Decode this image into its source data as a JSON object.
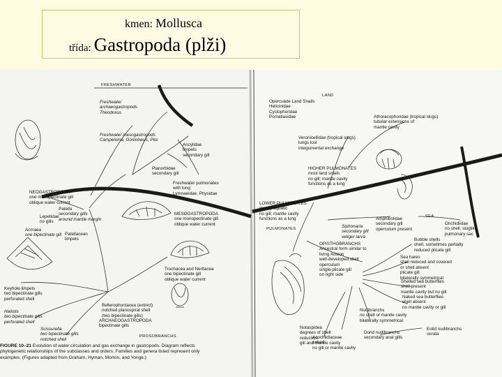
{
  "title": {
    "line1_prefix": "kmen:",
    "line1_name": "Mollusca",
    "line2_prefix": "třída:",
    "line2_name": "Gastropoda (plži)"
  },
  "diagram": {
    "left": {
      "freshwater": "FRESHWATER",
      "fw_archaeo": "Freshwater\narchaeogastropods\nTheodoxus",
      "fw_meso": "Freshwater mesogastropods\nCampeloma, Goniobasis, Pila",
      "ancylidae": "Ancylidae\nlimpets\nsecondary gill",
      "planorbidae": "Planorbidae\nsecondary gill",
      "fw_pulmonates": "Freshwater pulmonates\nwith lung\nLymnaeidae, Physidae",
      "neogastropoda": "NEOGASTROPODA\none monopectinate gill\noblique water current",
      "patella": "Patella\nsecondary gills\naround mantle margin",
      "lepetidae": "Lepetidae\nno gills",
      "acmaea": "Acmaea\none bipectinate gill",
      "patellacean": "Patellacean\nlimpets",
      "mesogastropoda": "MESOGASTROPODA\none monopectinate gill\noblique water current",
      "trochacea": "Trochacea and Neritacea\none bipectinate gill\noblique water current",
      "keyhole": "Keyhole limpets\ntwo bipectinate gills\nperforated shell",
      "haliotis": "Haliotis\ntwo bipectinate gills\nperforated shell",
      "scissurella": "Scissurella\ntwo bipectinate gills\nnotched shell",
      "bellerophontacea": "Bellerophontacea (extinct)\nnotched planospiral shell\n(two bipectinate gills)",
      "archaeogastropoda": "ARCHAEOGASTROPODA\nbipectinate gills",
      "prosobranchs": "PROSOBRANCHS"
    },
    "right": {
      "land": "LAND",
      "land_list": "Operculate Land Snails\nHelicinidae\nCyclophoridae\nPomatiasidae",
      "athoraco": "Athoracophoridae (tropical slugs)\ntubular extensions of\nmantle cavity",
      "veronicellidae": "Veronicellidae (tropical slugs)\nlungs lost\nintegumental exchange",
      "higher_pulmonates": "HIGHER PULMONATES\nmost land snails\nno gill; mantle cavity\nfunctions as a lung",
      "lower_pulmonates": "LOWER PULMONATES\nmostly aquatic\nno gill; mantle cavity\nfunctions as a lung",
      "sea": "SEA",
      "amphibolidae": "Amphibolidae\nsecondary gill\noperculum present",
      "onchidiidae": "Onchidiidae\nno shell, sluglike\npulmonary sac",
      "siphonaria": "Siphonaria\nsecondary gill\nveliger larva",
      "pulmonates": "PULMONATES",
      "opisthobranchs": "OPISTHOBRANCHS\nAncestral form similar to\nliving Acteon\nwell-developed shell\noperculum\nsingle plicate gill\non right side",
      "bubble": "Bubble shells\nshell, sometimes partially\nreduced plicate gill",
      "sea_hares": "Sea hares\nshell reduced and covered\nor shell absent\nplicate gill\nbilaterally symmetrical",
      "shelled_butterflies": "Shelled sea butterflies\nshell present\nmantle cavity but no gill",
      "naked_butterflies": "Naked sea butterflies\nshell absent\nno mantle cavity or gill",
      "notaspidea": "Notaspidea\ndegrees of shell\nreduction\ngill and mantle cavity",
      "nudibranchs": "Nudibranchs\nno shell or mantle cavity\nbilaterally symmetrical",
      "acochlidiaceae": "Acochlidiaceae\nnaked\nno gill or mantle cavity",
      "dorid": "Dorid nudibranchs\nsecondary anal gills",
      "eolid": "Eolid nudibranchs\ncerata"
    },
    "caption": {
      "label": "FIGURE 10–21",
      "text": "Evolution of water circulation and gas exchange in gastropods. Diagram reflects phylogenetic relationships of the subclasses and orders. Families and genera listed represent only examples. (Figures adapted from Graham, Hyman, Morton, and Yonge.)"
    }
  }
}
